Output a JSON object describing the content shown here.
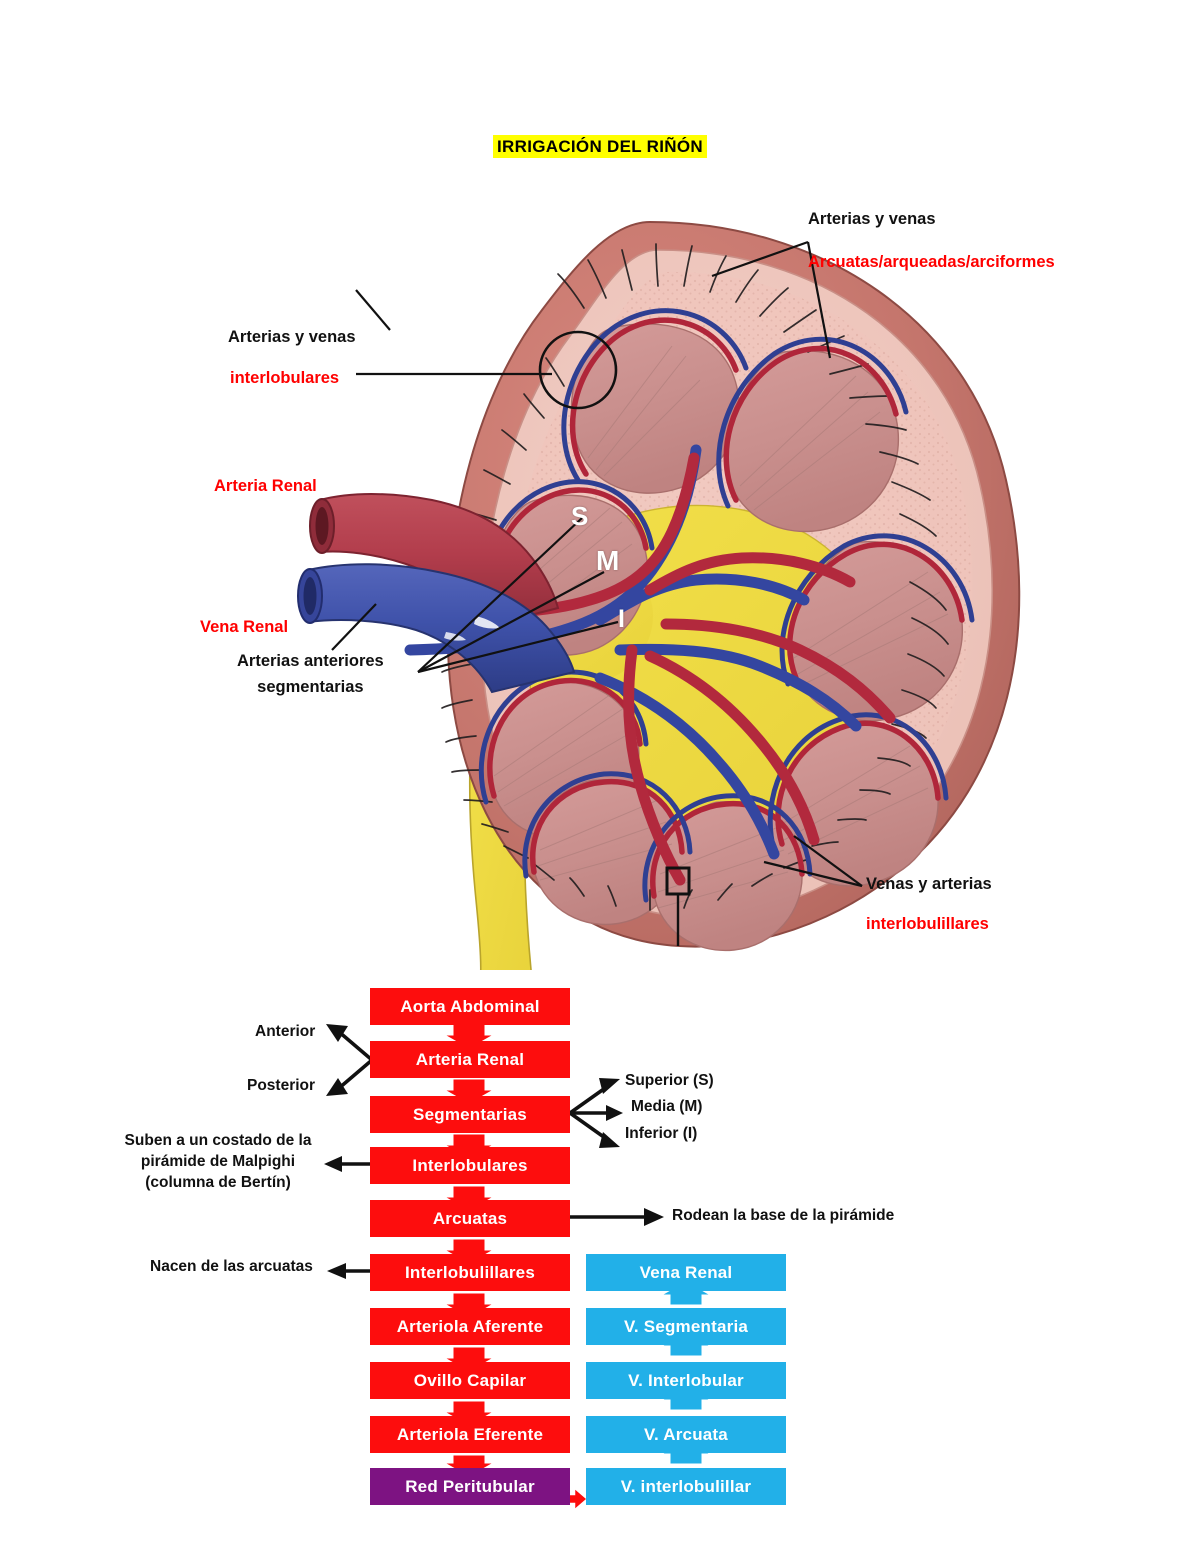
{
  "title": {
    "text": "IRRIGACIÓN DEL RIÑÓN",
    "highlight_color": "#ffff00"
  },
  "colors": {
    "artery_red": "#fd0d0d",
    "vein_blue": "#22b0e8",
    "peritubular_purple": "#7d1382",
    "label_red": "#ff0000",
    "label_black": "#111111",
    "highlight_yellow": "#ffff00"
  },
  "kidney_diagram": {
    "annotations": [
      {
        "id": "arcuatas",
        "line1": "Arterias y venas",
        "line2": "Arcuatas/arqueadas/arciformes",
        "line1_color": "black",
        "line2_color": "red"
      },
      {
        "id": "interlobulares",
        "line1": "Arterias y venas",
        "line2": "interlobulares",
        "line1_color": "black",
        "line2_color": "red"
      },
      {
        "id": "arteria-renal",
        "line1": "Arteria Renal",
        "line1_color": "red"
      },
      {
        "id": "vena-renal",
        "line1": "Vena Renal",
        "line1_color": "red"
      },
      {
        "id": "segmentarias",
        "line1": "Arterias anteriores",
        "line2": "segmentarias",
        "line1_color": "black",
        "line2_color": "black"
      },
      {
        "id": "interlobulillares",
        "line1": "Venas y arterias",
        "line2": "interlobulillares",
        "line1_color": "black",
        "line2_color": "red"
      }
    ],
    "segment_letters": [
      {
        "id": "superior",
        "label": "S"
      },
      {
        "id": "media",
        "label": "M"
      },
      {
        "id": "inferior",
        "label": "I"
      }
    ]
  },
  "flowchart": {
    "arterial_column": [
      {
        "label": "Aorta Abdominal",
        "color": "red"
      },
      {
        "label": "Arteria Renal",
        "color": "red"
      },
      {
        "label": "Segmentarias",
        "color": "red"
      },
      {
        "label": "Interlobulares",
        "color": "red"
      },
      {
        "label": "Arcuatas",
        "color": "red"
      },
      {
        "label": "Interlobulillares",
        "color": "red"
      },
      {
        "label": "Arteriola Aferente",
        "color": "red"
      },
      {
        "label": "Ovillo Capilar",
        "color": "red"
      },
      {
        "label": "Arteriola Eferente",
        "color": "red"
      },
      {
        "label": "Red Peritubular",
        "color": "purple"
      }
    ],
    "venous_column": [
      {
        "label": "Vena Renal",
        "color": "blue"
      },
      {
        "label": "V. Segmentaria",
        "color": "blue"
      },
      {
        "label": "V. Interlobular",
        "color": "blue"
      },
      {
        "label": "V. Arcuata",
        "color": "blue"
      },
      {
        "label": "V. interlobulillar",
        "color": "blue"
      }
    ],
    "notes": {
      "anterior": "Anterior",
      "posterior": "Posterior",
      "superior": "Superior (S)",
      "media": "Media (M)",
      "inferior": "Inferior (I)",
      "malpighi_line1": "Suben a un costado de la",
      "malpighi_line2": "pirámide de Malpighi",
      "malpighi_line3": "(columna de Bertín)",
      "arcuatas_note": "Rodean la base de la pirámide",
      "interlobulillares_note": "Nacen de las arcuatas"
    }
  }
}
